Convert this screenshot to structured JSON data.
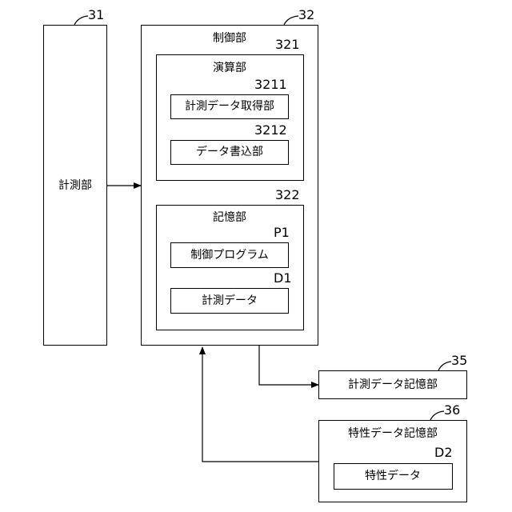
{
  "measurement_unit": {
    "label": "計測部",
    "ref": "31"
  },
  "control_unit": {
    "label": "制御部",
    "ref": "32"
  },
  "arithmetic_unit": {
    "label": "演算部",
    "ref": "321"
  },
  "measurement_data_acquisition": {
    "label": "計測データ取得部",
    "ref": "3211"
  },
  "data_writing": {
    "label": "データ書込部",
    "ref": "3212"
  },
  "storage_unit": {
    "label": "記憶部",
    "ref": "322"
  },
  "control_program": {
    "label": "制御プログラム",
    "ref": "P1"
  },
  "measurement_data": {
    "label": "計測データ",
    "ref": "D1"
  },
  "measurement_data_storage": {
    "label": "計測データ記憶部",
    "ref": "35"
  },
  "characteristic_data_storage": {
    "label": "特性データ記憶部",
    "ref": "36"
  },
  "characteristic_data": {
    "label": "特性データ",
    "ref": "D2"
  }
}
